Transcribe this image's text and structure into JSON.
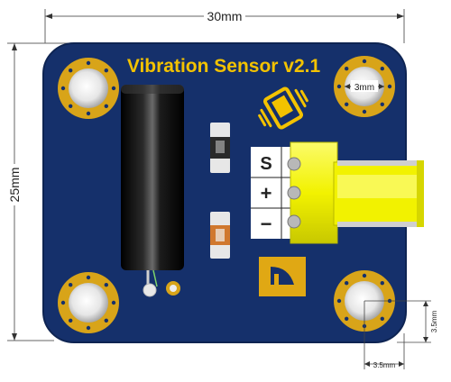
{
  "dimensions": {
    "width_label": "30mm",
    "height_label": "25mm",
    "hole_label": "3mm",
    "offset_vertical_label": "3.5mm",
    "offset_horizontal_label": "3.5mm"
  },
  "board": {
    "title": "Vibration Sensor v2.1",
    "pins": [
      "S",
      "+",
      "−"
    ],
    "colors": {
      "pcb": "#15306b",
      "pad": "#d8a419",
      "title": "#f3c200",
      "connector": "#f2f200"
    },
    "icons": [
      "vibration-phone-icon",
      "logo-icon"
    ]
  }
}
